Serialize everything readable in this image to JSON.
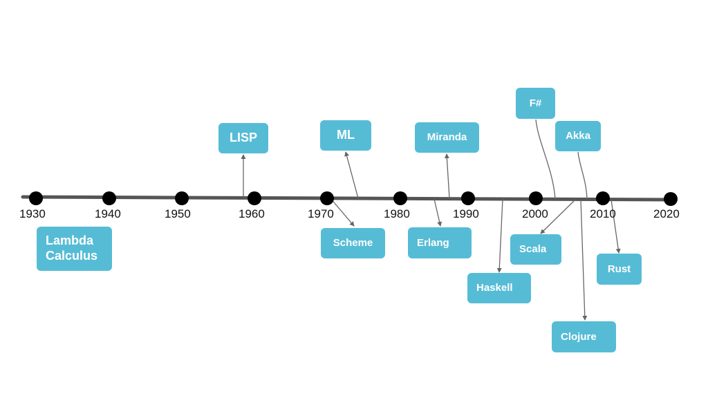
{
  "colors": {
    "box": "#56bcd6",
    "line": "#555555",
    "connector": "#666666",
    "dot": "#000000",
    "text": "#ffffff"
  },
  "timeline": {
    "years": [
      "1930",
      "1940",
      "1950",
      "1960",
      "1970",
      "1980",
      "1990",
      "2000",
      "2010",
      "2020"
    ]
  },
  "languages": {
    "lambda": "Lambda\nCalculus",
    "lisp": "LISP",
    "ml": "ML",
    "scheme": "Scheme",
    "miranda": "Miranda",
    "erlang": "Erlang",
    "haskell": "Haskell",
    "fsharp": "F#",
    "akka": "Akka",
    "scala": "Scala",
    "clojure": "Clojure",
    "rust": "Rust"
  }
}
